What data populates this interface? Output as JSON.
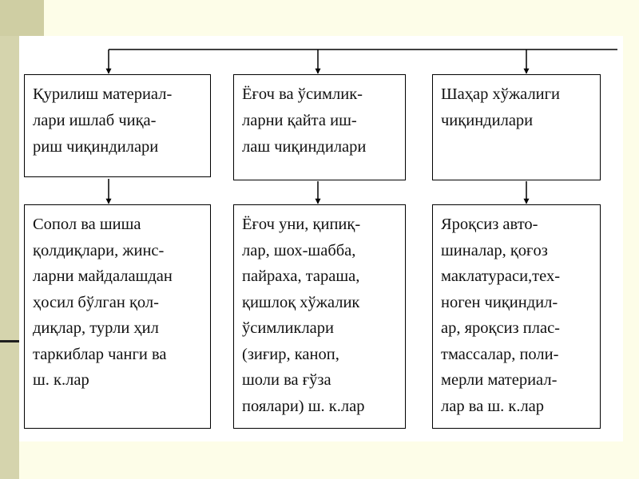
{
  "colors": {
    "background": "#fdfde8",
    "accent_band": "#d5d4ad",
    "panel": "#ffffff",
    "line": "#000000"
  },
  "columns": [
    {
      "category": "Қурилиш материал-\nлари ишлаб чиқа-\nриш чиқиндилари",
      "details": "Сопол ва шиша\nқолдиқлари, жинс-\nларни майдалашдан\nҳосил бўлган қол-\nдиқлар, турли ҳил\nтаркиблар чанги ва\nш. к.лар"
    },
    {
      "category": "Ёғоч ва ўсимлик-\nларни қайта иш-\nлаш чиқиндилари",
      "details": "Ёғоч уни, қипиқ-\nлар, шох-шабба,\nпайраха, тараша,\nқишлоқ хўжалик\nўсимликлари\n(зиғир, каноп,\nшоли ва ғўза\nпоялари) ш. к.лар"
    },
    {
      "category": "Шаҳар хўжалиги\nчиқиндилари",
      "details": "Яроқсиз авто-\nшиналар, қоғоз\nмаклатураси,тех-\nноген чиқиндил-\nар, яроқсиз плас-\nтмассалар, поли-\nмерли материал-\nлар ва ш. к.лар"
    }
  ]
}
